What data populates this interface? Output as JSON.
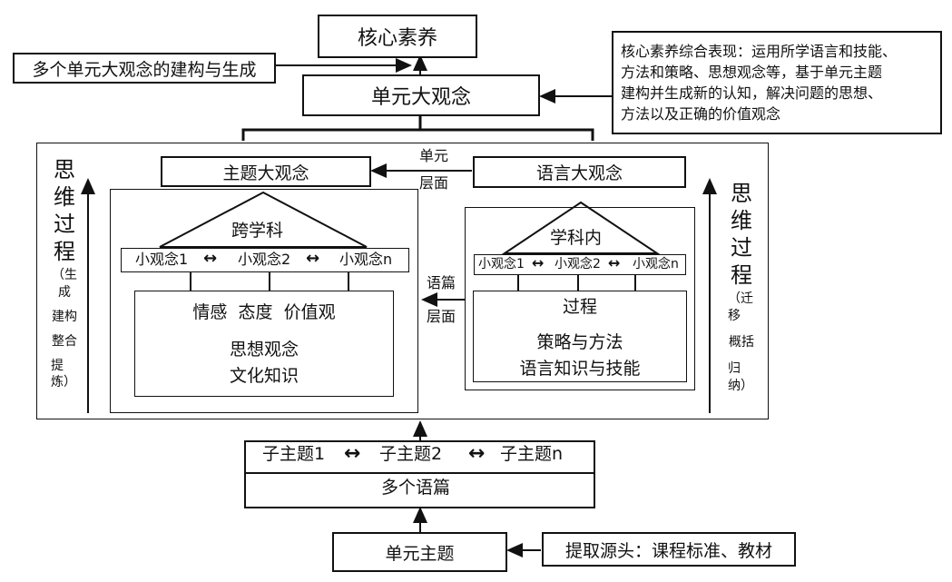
{
  "top": {
    "core": "核心素养",
    "build": "多个单元大观念的建构与生成",
    "unit_big": "单元大观念",
    "core_note": [
      "核心素养综合表现：运用所学语言和技能、",
      "方法和策略、思想观念等，基于单元主题",
      "建构并生成新的认知，解决问题的思想、",
      "方法以及正确的价值观念"
    ]
  },
  "left_process": {
    "title_chars": [
      "思",
      "维",
      "过",
      "程"
    ],
    "sub_chars": [
      "（生",
      "成",
      "建构",
      "整合",
      "提炼）"
    ]
  },
  "right_process": {
    "title_chars": [
      "思",
      "维",
      "过",
      "程"
    ],
    "sub_chars": [
      "（迁移",
      "概括",
      "归纳）"
    ]
  },
  "theme": {
    "title": "主题大观念",
    "cross": "跨学科",
    "ideas": [
      "小观念1",
      "小观念2",
      "小观念n"
    ],
    "values": "情感  态度  价值观",
    "thoughts": [
      "思想观念",
      "文化知识"
    ]
  },
  "language": {
    "title": "语言大观念",
    "within": "学科内",
    "ideas": [
      "小观念1",
      "小观念2",
      "小观念n"
    ],
    "process": "过程",
    "methods": [
      "策略与方法",
      "语言知识与技能"
    ]
  },
  "levels": {
    "unit_level": [
      "单元",
      "层面"
    ],
    "text_level": [
      "语篇",
      "层面"
    ]
  },
  "bottom": {
    "subthemes": [
      "子主题1",
      "子主题2",
      "子主题n"
    ],
    "texts": "多个语篇",
    "unit_theme": "单元主题",
    "source": "提取源头：课程标准、教材"
  },
  "arrow_glyph": "↔"
}
